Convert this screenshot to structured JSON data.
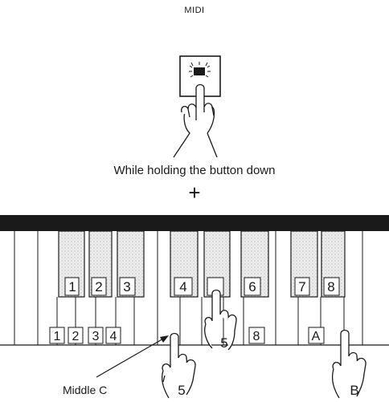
{
  "title": "MIDI",
  "caption": "While holding the button down",
  "plus_sign": "+",
  "middle_c_label": "Middle C",
  "black_key_labels": [
    "1",
    "2",
    "3",
    "4",
    "",
    "6",
    "7",
    "8"
  ],
  "white_key_labels": [
    "1",
    "2",
    "3",
    "4",
    "",
    "",
    "",
    "8",
    "",
    "A",
    ""
  ],
  "finger_labels": [
    "5",
    "5",
    "B"
  ],
  "icons": [
    "midi-button-icon",
    "pressing-hand-icon",
    "arrow-icon"
  ]
}
